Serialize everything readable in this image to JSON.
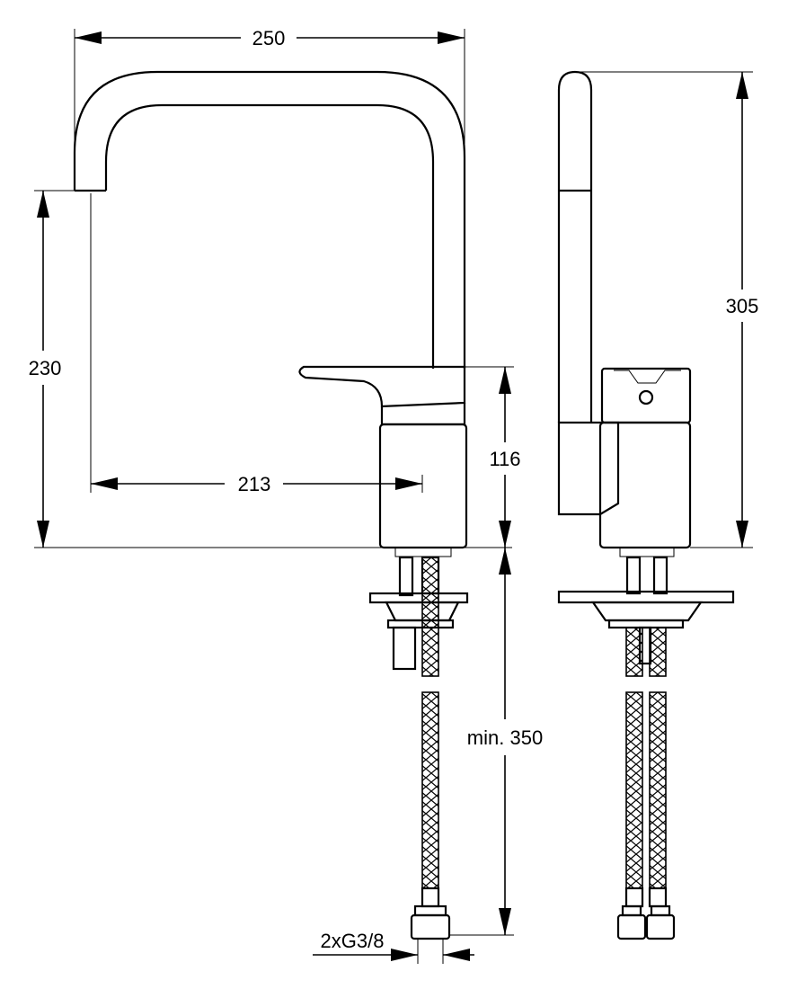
{
  "dimensions": {
    "width_label": "250",
    "height_label": "305",
    "spout_height_label": "230",
    "reach_label": "213",
    "body_height_label": "116",
    "hose_length_label": "min. 350",
    "connection_label": "2xG3/8"
  },
  "colors": {
    "line": "#000000",
    "background": "#ffffff"
  }
}
